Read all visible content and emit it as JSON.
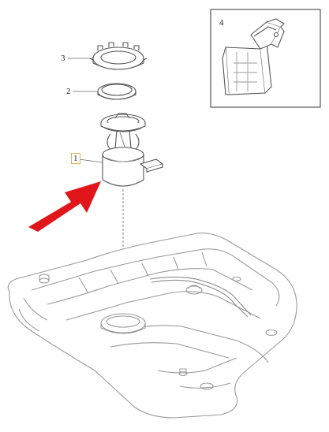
{
  "callouts": {
    "fuel_pump_module": "1",
    "sealing_ring": "2",
    "lock_ring": "3",
    "bracket_inset": "4"
  },
  "colors": {
    "line": "#6b6b6b",
    "tank_line": "#9a9a9a",
    "arrow": "#e0161b",
    "callout_box": "#d9b34a"
  },
  "icons": {
    "pointer": "red-arrow-icon"
  }
}
